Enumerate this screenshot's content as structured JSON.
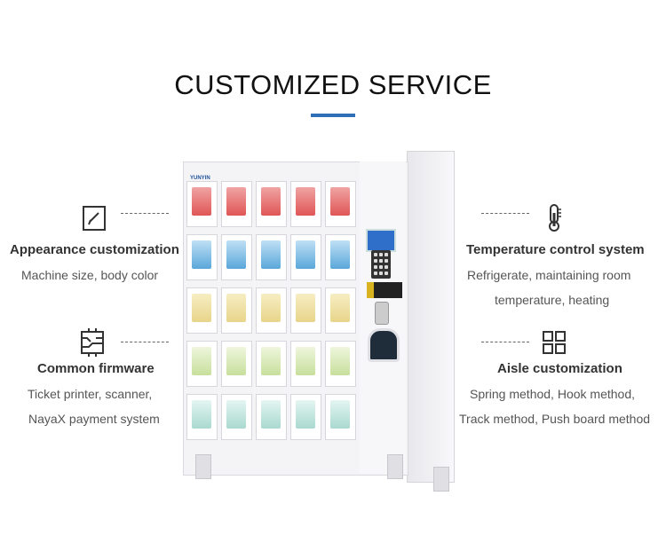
{
  "header": {
    "title": "CUSTOMIZED SERVICE",
    "accent_color": "#2e6fb8"
  },
  "machine": {
    "brand": "YUNYIN"
  },
  "features": {
    "appearance": {
      "icon": "edit-document-icon",
      "title": "Appearance customization",
      "desc1": "Machine size, body color"
    },
    "firmware": {
      "icon": "circuit-board-icon",
      "title": "Common firmware",
      "desc1": "Ticket printer, scanner,",
      "desc2": "NayaX payment system"
    },
    "temperature": {
      "icon": "thermometer-icon",
      "title": "Temperature control system",
      "desc1": "Refrigerate, maintaining room",
      "desc2": "temperature, heating"
    },
    "aisle": {
      "icon": "grid-layout-icon",
      "title": "Aisle customization",
      "desc1": "Spring method, Hook method,",
      "desc2": "Track method, Push board method"
    }
  }
}
